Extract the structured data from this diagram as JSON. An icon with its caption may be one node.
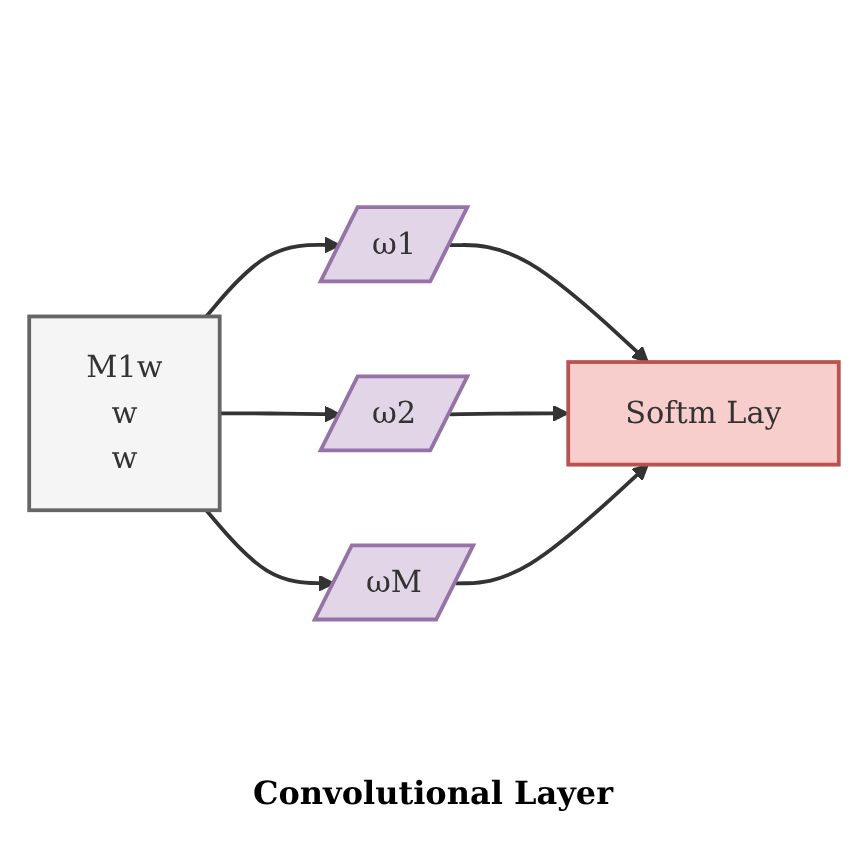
{
  "diagram": {
    "nodes": [
      {
        "text": [
          "M1w",
          "w",
          "w"
        ]
      },
      {
        "text": [
          "ω1"
        ]
      },
      {
        "text": [
          "ω2"
        ]
      },
      {
        "text": [
          "ωM"
        ]
      },
      {
        "text": [
          "Softm Lay"
        ]
      }
    ],
    "edges": [
      {
        "from": 0,
        "to": 1,
        "arrow": "to"
      },
      {
        "from": 0,
        "to": 2,
        "arrow": "to"
      },
      {
        "from": 0,
        "to": 3,
        "arrow": "to"
      },
      {
        "from": 1,
        "to": 4,
        "arrow": "to"
      },
      {
        "from": 2,
        "to": 4,
        "arrow": "to"
      },
      {
        "from": 3,
        "to": 4,
        "arrow": "to"
      }
    ],
    "labels": [
      "Convolutional Layer"
    ]
  }
}
